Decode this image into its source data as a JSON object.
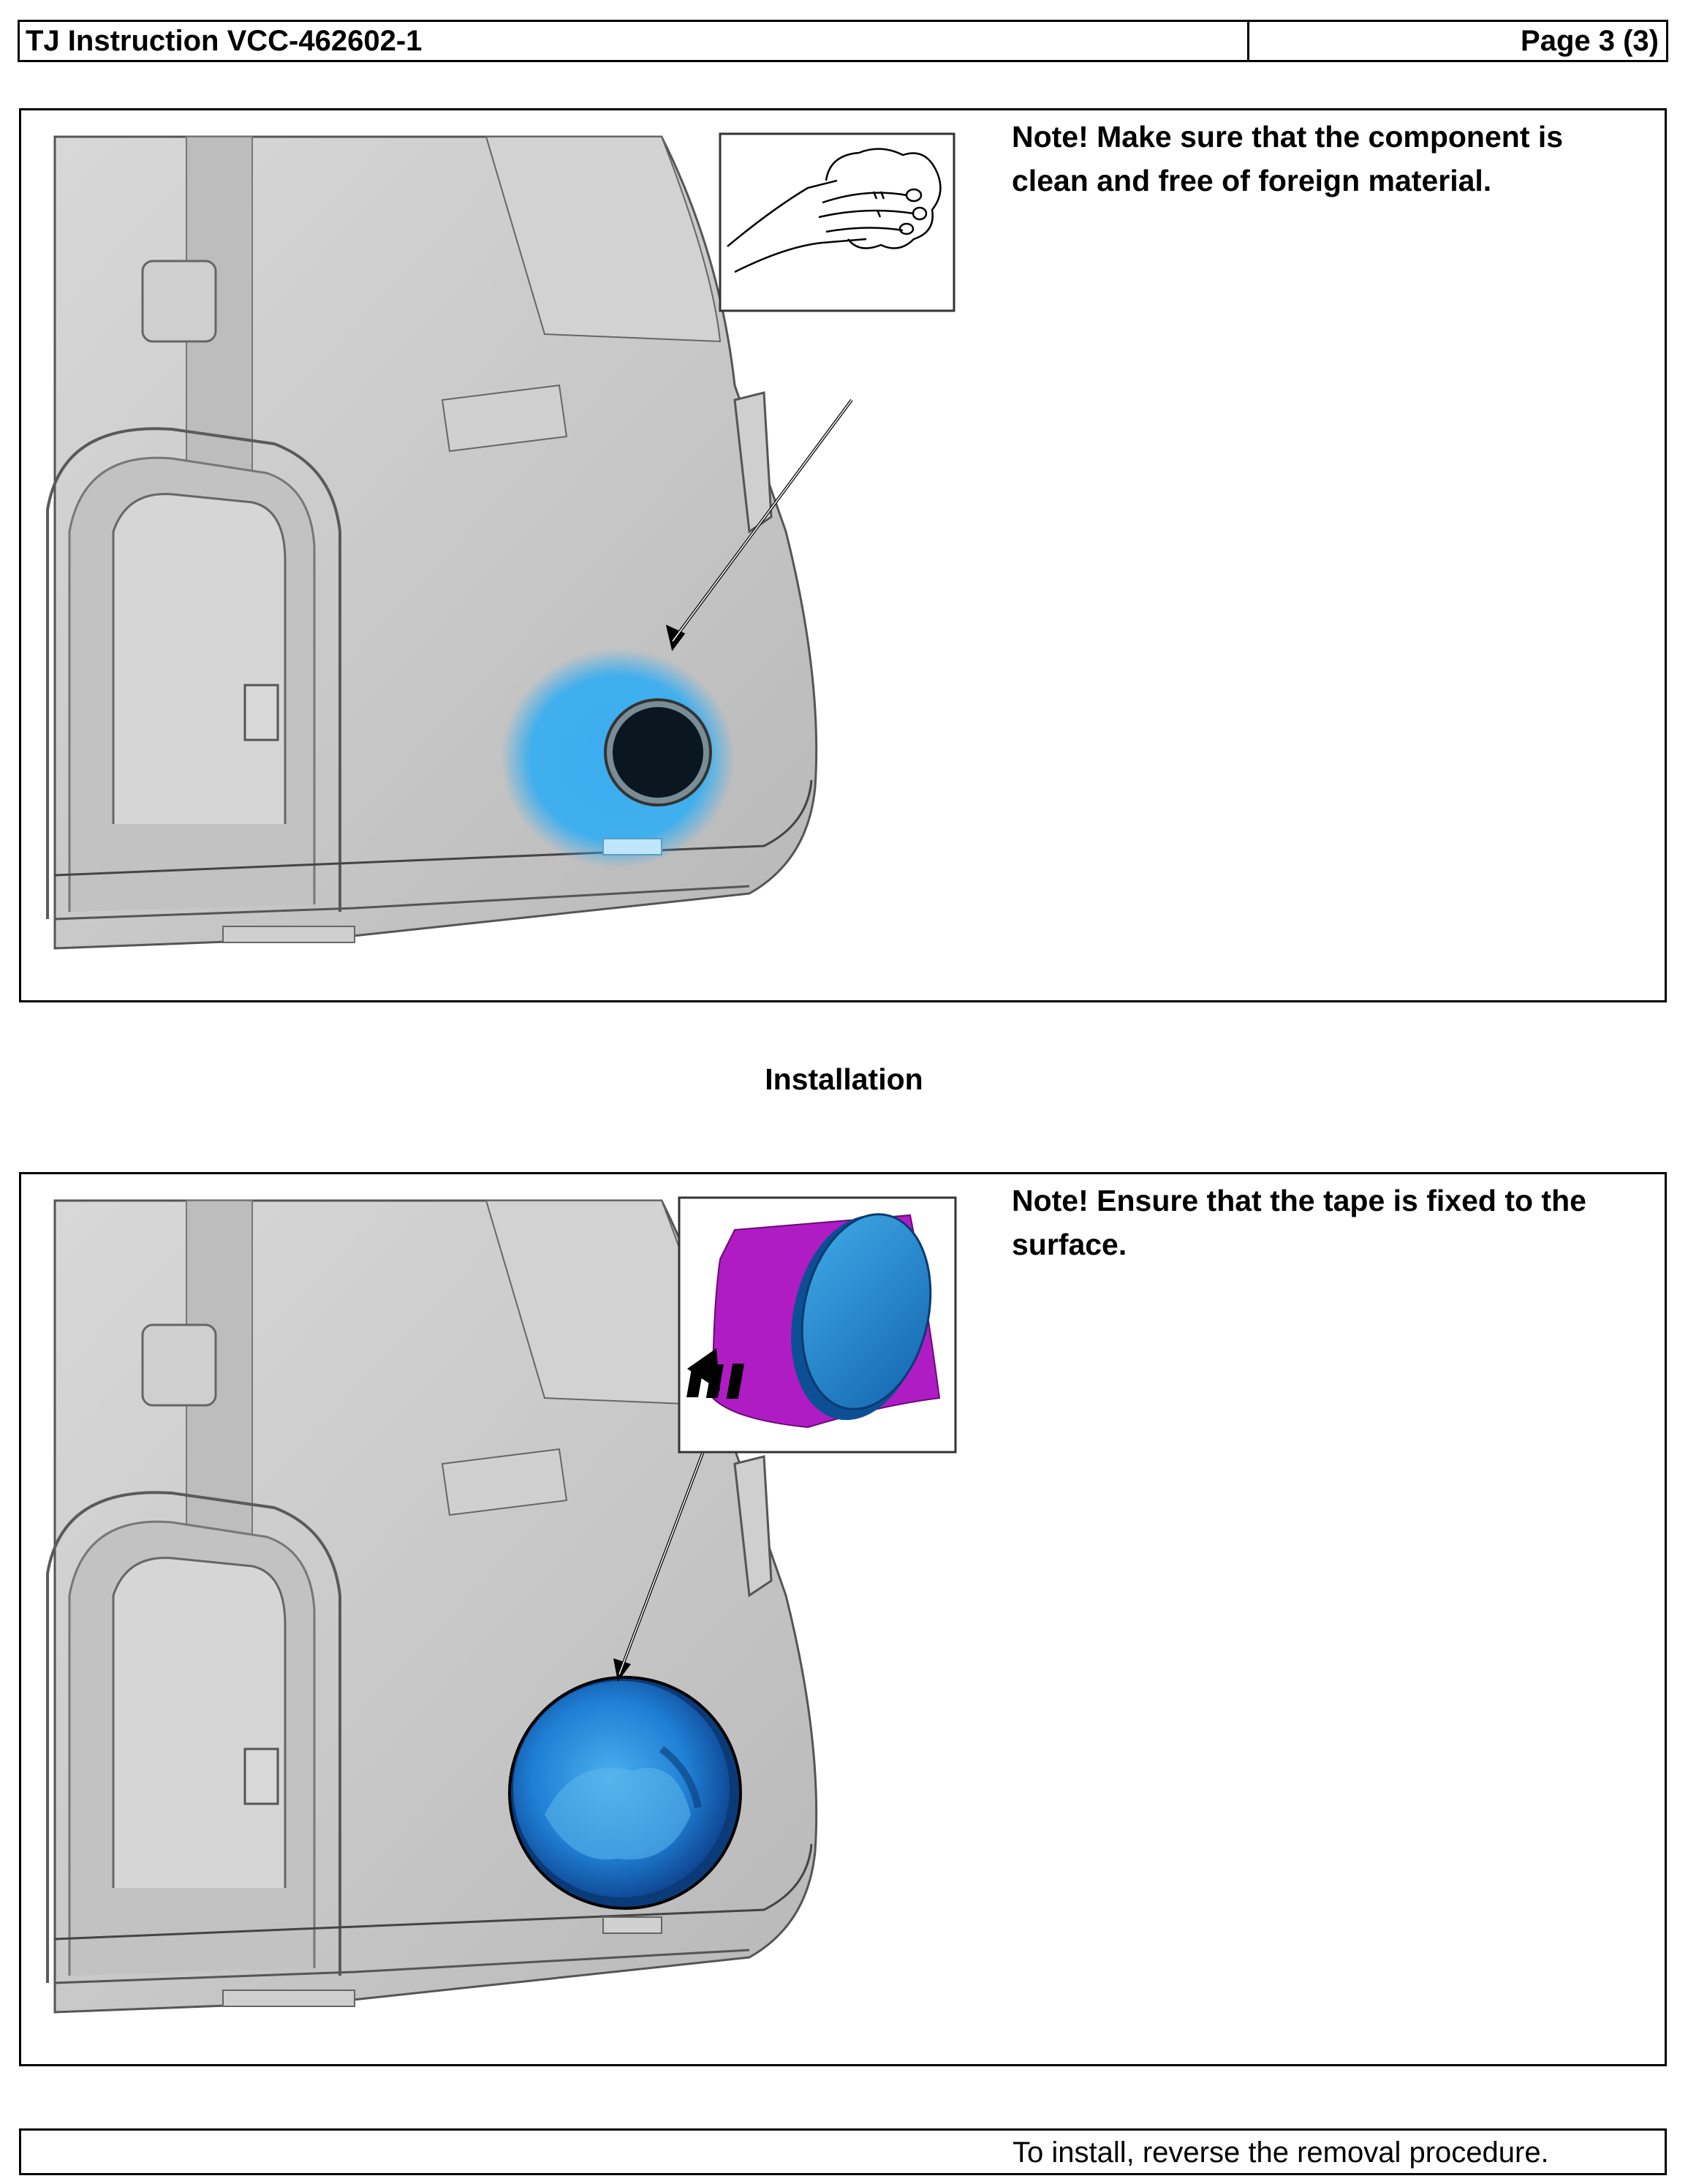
{
  "header": {
    "title": "TJ Instruction VCC-462602-1",
    "page": "Page 3 (3)"
  },
  "step1": {
    "note": "Note!  Make sure that the component is clean and free of foreign material."
  },
  "section": {
    "title": "Installation"
  },
  "step2": {
    "note": "Note!  Ensure that the tape is fixed to the surface."
  },
  "footer": {
    "text": "To install, reverse the removal procedure."
  },
  "colors": {
    "highlight_blue": "#3aaef0",
    "tape_magenta": "#b01cc4",
    "plug_blue": "#1e7fd0",
    "part_gray": "#c8c8c8"
  }
}
